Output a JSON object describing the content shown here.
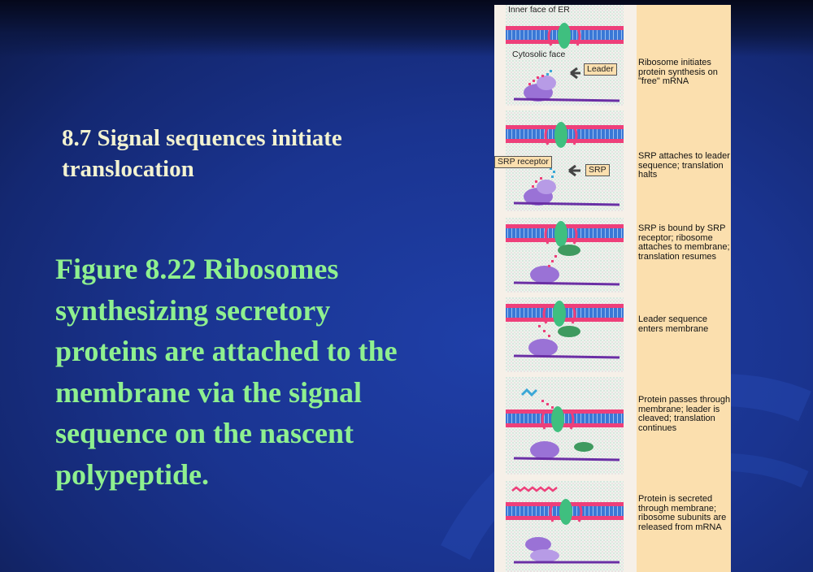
{
  "slide": {
    "title": "8.7 Signal sequences initiate translocation",
    "caption": "Figure 8.22 Ribosomes synthesizing secretory proteins are attached to the membrane via the signal sequence on the nascent polypeptide."
  },
  "figure": {
    "labels": {
      "inner_face": "Inner face of ER",
      "cytosolic_face": "Cytosolic face",
      "leader": "Leader",
      "srp_receptor": "SRP receptor",
      "srp": "SRP"
    },
    "steps": [
      "Ribosome initiates protein synthesis on \"free\" mRNA",
      "SRP attaches to leader sequence; translation halts",
      "SRP is bound by SRP receptor; ribosome attaches to membrane; translation resumes",
      "Leader sequence enters membrane",
      "Protein passes through membrane; leader is cleaved; translation continues",
      "Protein is secreted through membrane; ribosome subunits are released from mRNA"
    ]
  },
  "colors": {
    "background": "#1a3490",
    "title_text": "#f2f2d0",
    "caption_text": "#8ff08f",
    "membrane_pink": "#ee3f7a",
    "membrane_blue": "#3a78d6",
    "channel_green": "#3fbf7f",
    "ribosome_purple": "#9a72d6",
    "panel_bg": "#f6f0e8",
    "desc_bg": "#fbdfae"
  }
}
